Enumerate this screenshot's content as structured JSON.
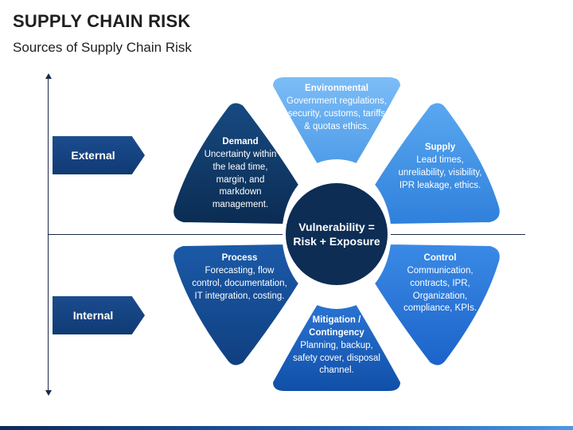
{
  "title": "SUPPLY CHAIN RISK",
  "subtitle": "Sources of Supply Chain Risk",
  "axis": {
    "external_label": "External",
    "internal_label": "Internal"
  },
  "center": {
    "text": "Vulnerability = Risk + Exposure"
  },
  "segments": {
    "environmental": {
      "heading": "Environmental",
      "body": "Government regulations, security, customs, tariffs & quotas ethics."
    },
    "supply": {
      "heading": "Supply",
      "body": "Lead times, unreliability, visibility, IPR leakage, ethics."
    },
    "control": {
      "heading": "Control",
      "body": "Communication, contracts, IPR, Organization, compliance, KPIs."
    },
    "mitigation": {
      "heading": "Mitigation / Contingency",
      "body": "Planning, backup, safety cover, disposal channel."
    },
    "process": {
      "heading": "Process",
      "body": "Forecasting, flow control, documentation, IT integration, costing."
    },
    "demand": {
      "heading": "Demand",
      "body": "Uncertainty within the lead time, margin, and markdown management."
    }
  },
  "colors": {
    "environmental": "#5aa7ef",
    "supply": "#3e8fe5",
    "control": "#1f6fd6",
    "mitigation": "#1457b8",
    "process": "#144d96",
    "demand": "#0e355f",
    "center": "#0d2d55",
    "tag": "#134485"
  }
}
